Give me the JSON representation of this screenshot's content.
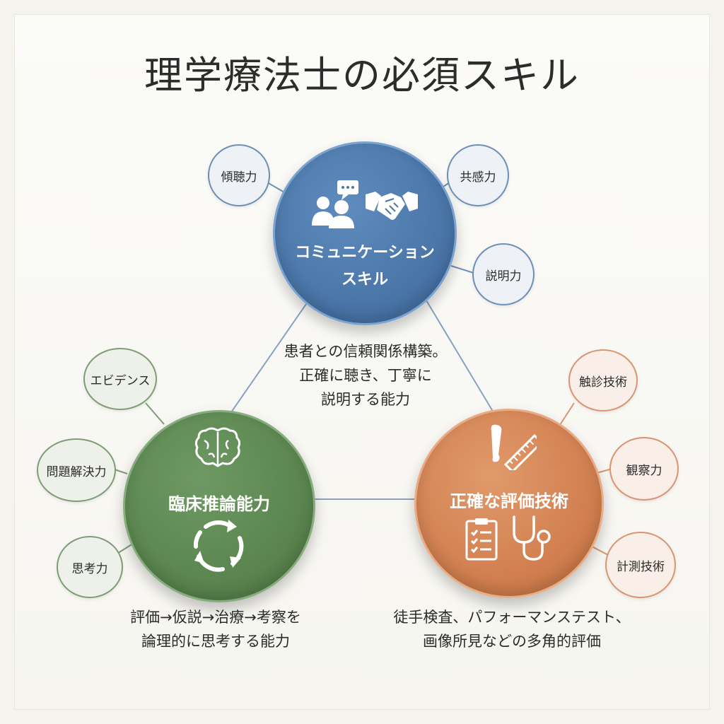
{
  "title": "理学療法士の必須スキル",
  "communication": {
    "label_line1": "コミュニケーション",
    "label_line2": "スキル",
    "sub_skills": [
      "傾聴力",
      "共感力",
      "説明力"
    ],
    "description_lines": [
      "患者との信頼関係構築。",
      "正確に聴き、丁寧に",
      "説明する能力"
    ],
    "icons": [
      "people-chat-icon",
      "handshake-icon"
    ]
  },
  "clinical": {
    "label": "臨床推論能力",
    "sub_skills": [
      "エビデンス",
      "問題解決力",
      "思考力"
    ],
    "description_lines": [
      "評価→仮説→治療→考察を",
      "論理的に思考する能力"
    ],
    "icons": [
      "brain-icon",
      "cycle-arrows-icon"
    ]
  },
  "evaluation": {
    "label": "正確な評価技術",
    "sub_skills": [
      "触診技術",
      "観察力",
      "計測技術"
    ],
    "description_lines": [
      "徒手検査、パフォーマンステスト、",
      "画像所見などの多角的評価"
    ],
    "icons": [
      "bone-ruler-icon",
      "clipboard-icon",
      "stethoscope-icon"
    ]
  },
  "colors": {
    "communication": "#4a76a8",
    "clinical": "#5b864f",
    "evaluation": "#d28051",
    "connector": "#8aa1bf"
  }
}
